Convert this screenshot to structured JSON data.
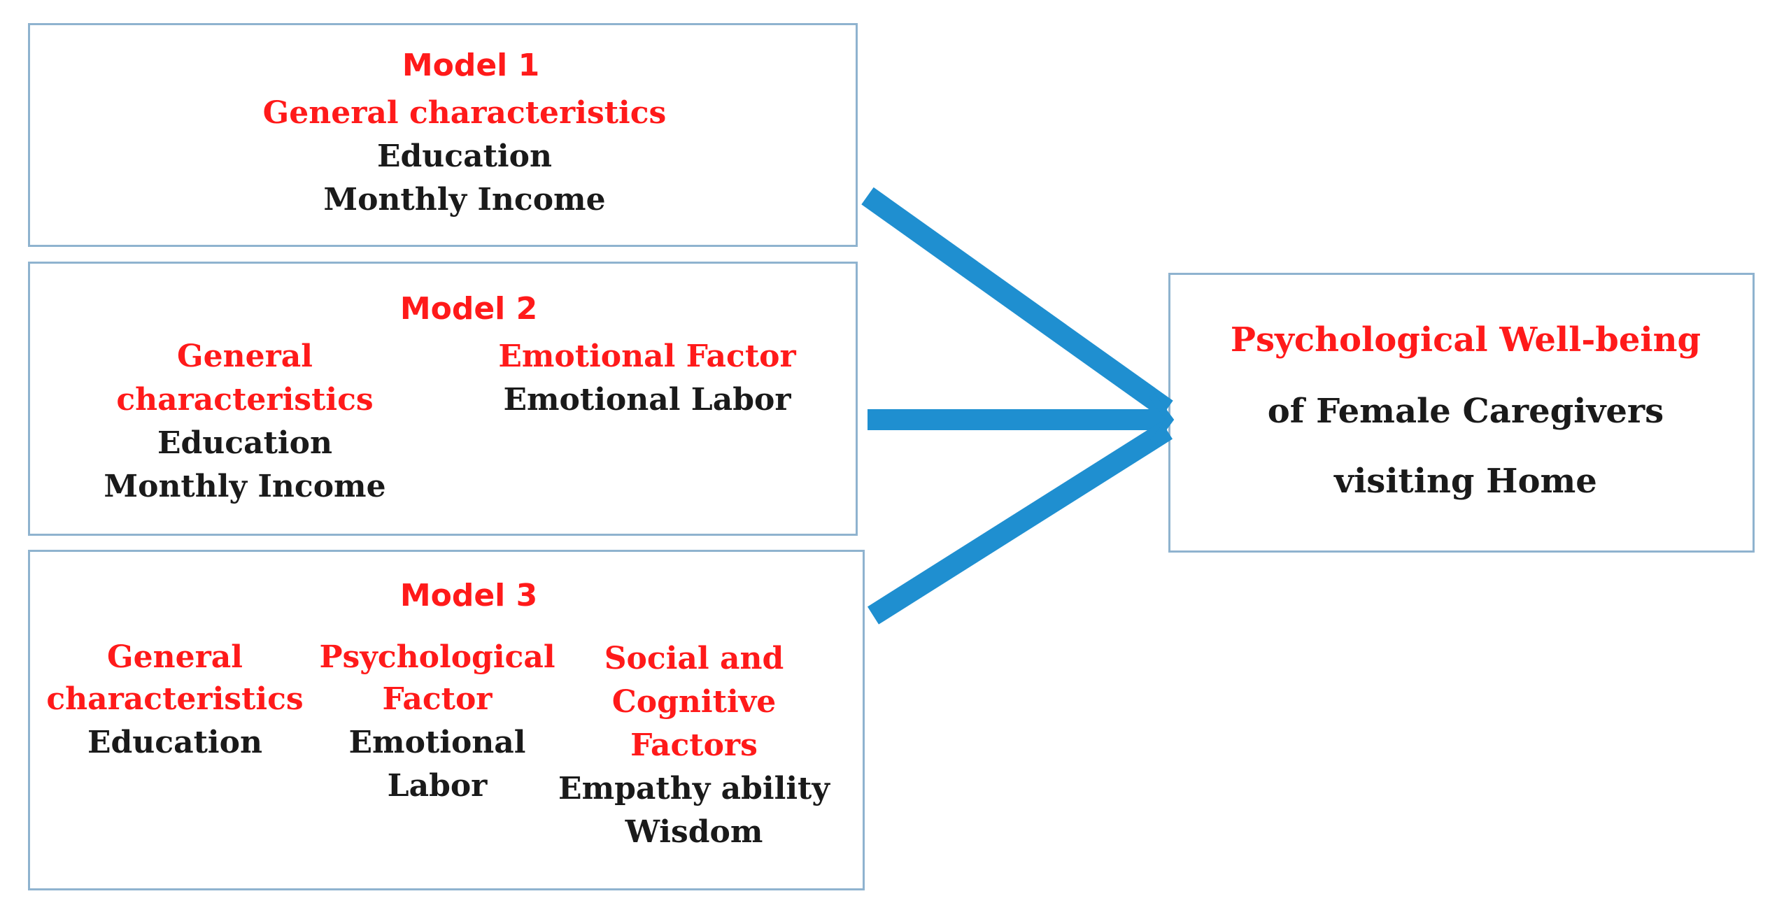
{
  "model1": {
    "title": "Model 1",
    "heading": "General characteristics",
    "items": [
      "Education",
      "Monthly Income"
    ]
  },
  "model2": {
    "title": "Model 2",
    "general_heading": [
      "General",
      "characteristics"
    ],
    "general_items": [
      "Education",
      "Monthly Income"
    ],
    "emotional_heading": "Emotional Factor",
    "emotional_items": [
      "Emotional Labor"
    ]
  },
  "model3": {
    "title": "Model 3",
    "general_heading": [
      "General",
      "characteristics"
    ],
    "general_items": [
      "Education"
    ],
    "psych_heading": [
      "Psychological",
      "Factor"
    ],
    "psych_items": [
      "Emotional",
      "Labor"
    ],
    "social_heading": [
      "Social and",
      "Cognitive",
      "Factors"
    ],
    "social_items": [
      "Empathy ability",
      "Wisdom"
    ]
  },
  "outcome": {
    "heading": "Psychological Well-being",
    "lines": [
      "of Female Caregivers",
      "visiting Home"
    ]
  },
  "colors": {
    "heading": "#ff1a1a",
    "text": "#1a1a1a",
    "box_border": "#8fb3cf",
    "arrow": "#1f8fd0"
  }
}
